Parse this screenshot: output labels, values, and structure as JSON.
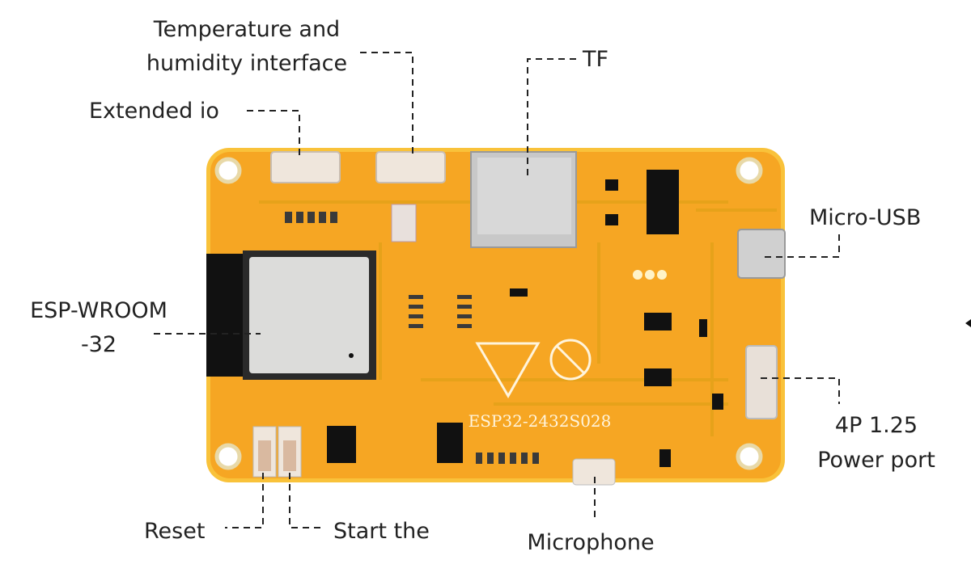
{
  "board": {
    "silkscreen_model": "ESP32-2432S028",
    "colors": {
      "pcb": "#F6A623",
      "edge": "#F9C23A",
      "module": "#d9d9d6",
      "antenna": "#111111"
    }
  },
  "labels": {
    "temp_humidity_line1": "Temperature and",
    "temp_humidity_line2": "humidity interface",
    "extended_io": "Extended io",
    "tf": "TF",
    "micro_usb": "Micro-USB",
    "esp_line1": "ESP-WROOM",
    "esp_line2": "-32",
    "power_line1": "4P 1.25",
    "power_line2": "Power port",
    "reset": "Reset",
    "start": "Start the",
    "microphone": "Microphone"
  }
}
